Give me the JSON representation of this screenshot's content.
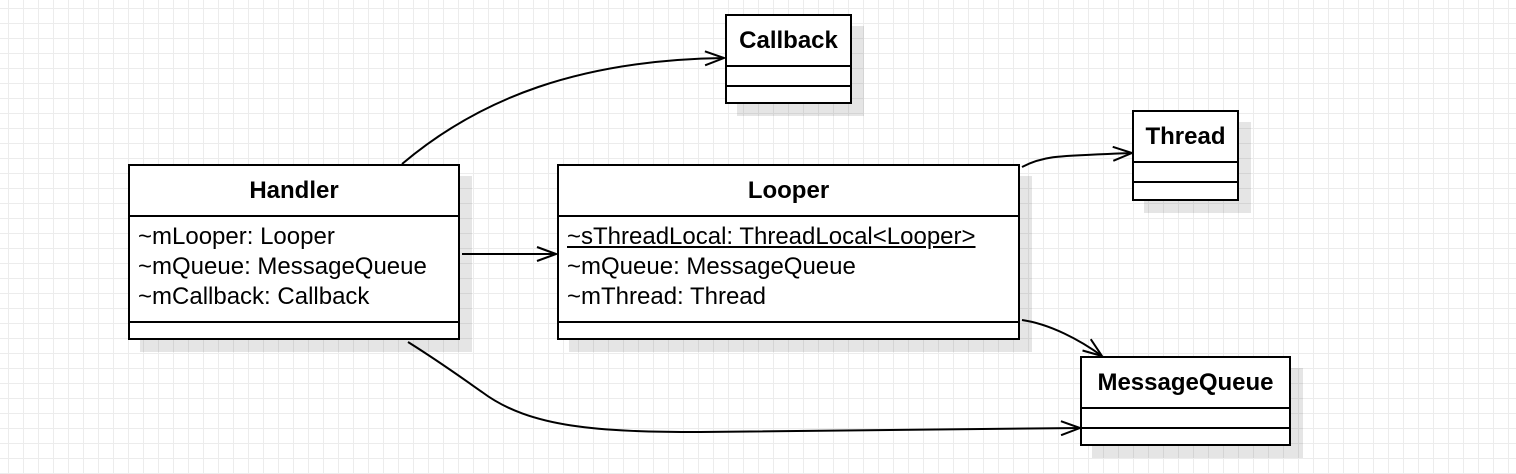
{
  "diagram": {
    "classes": {
      "callback": {
        "name": "Callback",
        "attributes": []
      },
      "handler": {
        "name": "Handler",
        "attributes": [
          {
            "text": "~mLooper: Looper",
            "static": false
          },
          {
            "text": "~mQueue: MessageQueue",
            "static": false
          },
          {
            "text": "~mCallback: Callback",
            "static": false
          }
        ]
      },
      "looper": {
        "name": "Looper",
        "attributes": [
          {
            "text": "~sThreadLocal: ThreadLocal<Looper>",
            "static": true
          },
          {
            "text": "~mQueue: MessageQueue",
            "static": false
          },
          {
            "text": "~mThread: Thread",
            "static": false
          }
        ]
      },
      "thread": {
        "name": "Thread",
        "attributes": []
      },
      "messagequeue": {
        "name": "MessageQueue",
        "attributes": []
      }
    },
    "associations": [
      {
        "from": "Handler",
        "to": "Callback"
      },
      {
        "from": "Handler",
        "to": "Looper"
      },
      {
        "from": "Handler",
        "to": "MessageQueue"
      },
      {
        "from": "Looper",
        "to": "Thread"
      },
      {
        "from": "Looper",
        "to": "MessageQueue"
      }
    ]
  }
}
